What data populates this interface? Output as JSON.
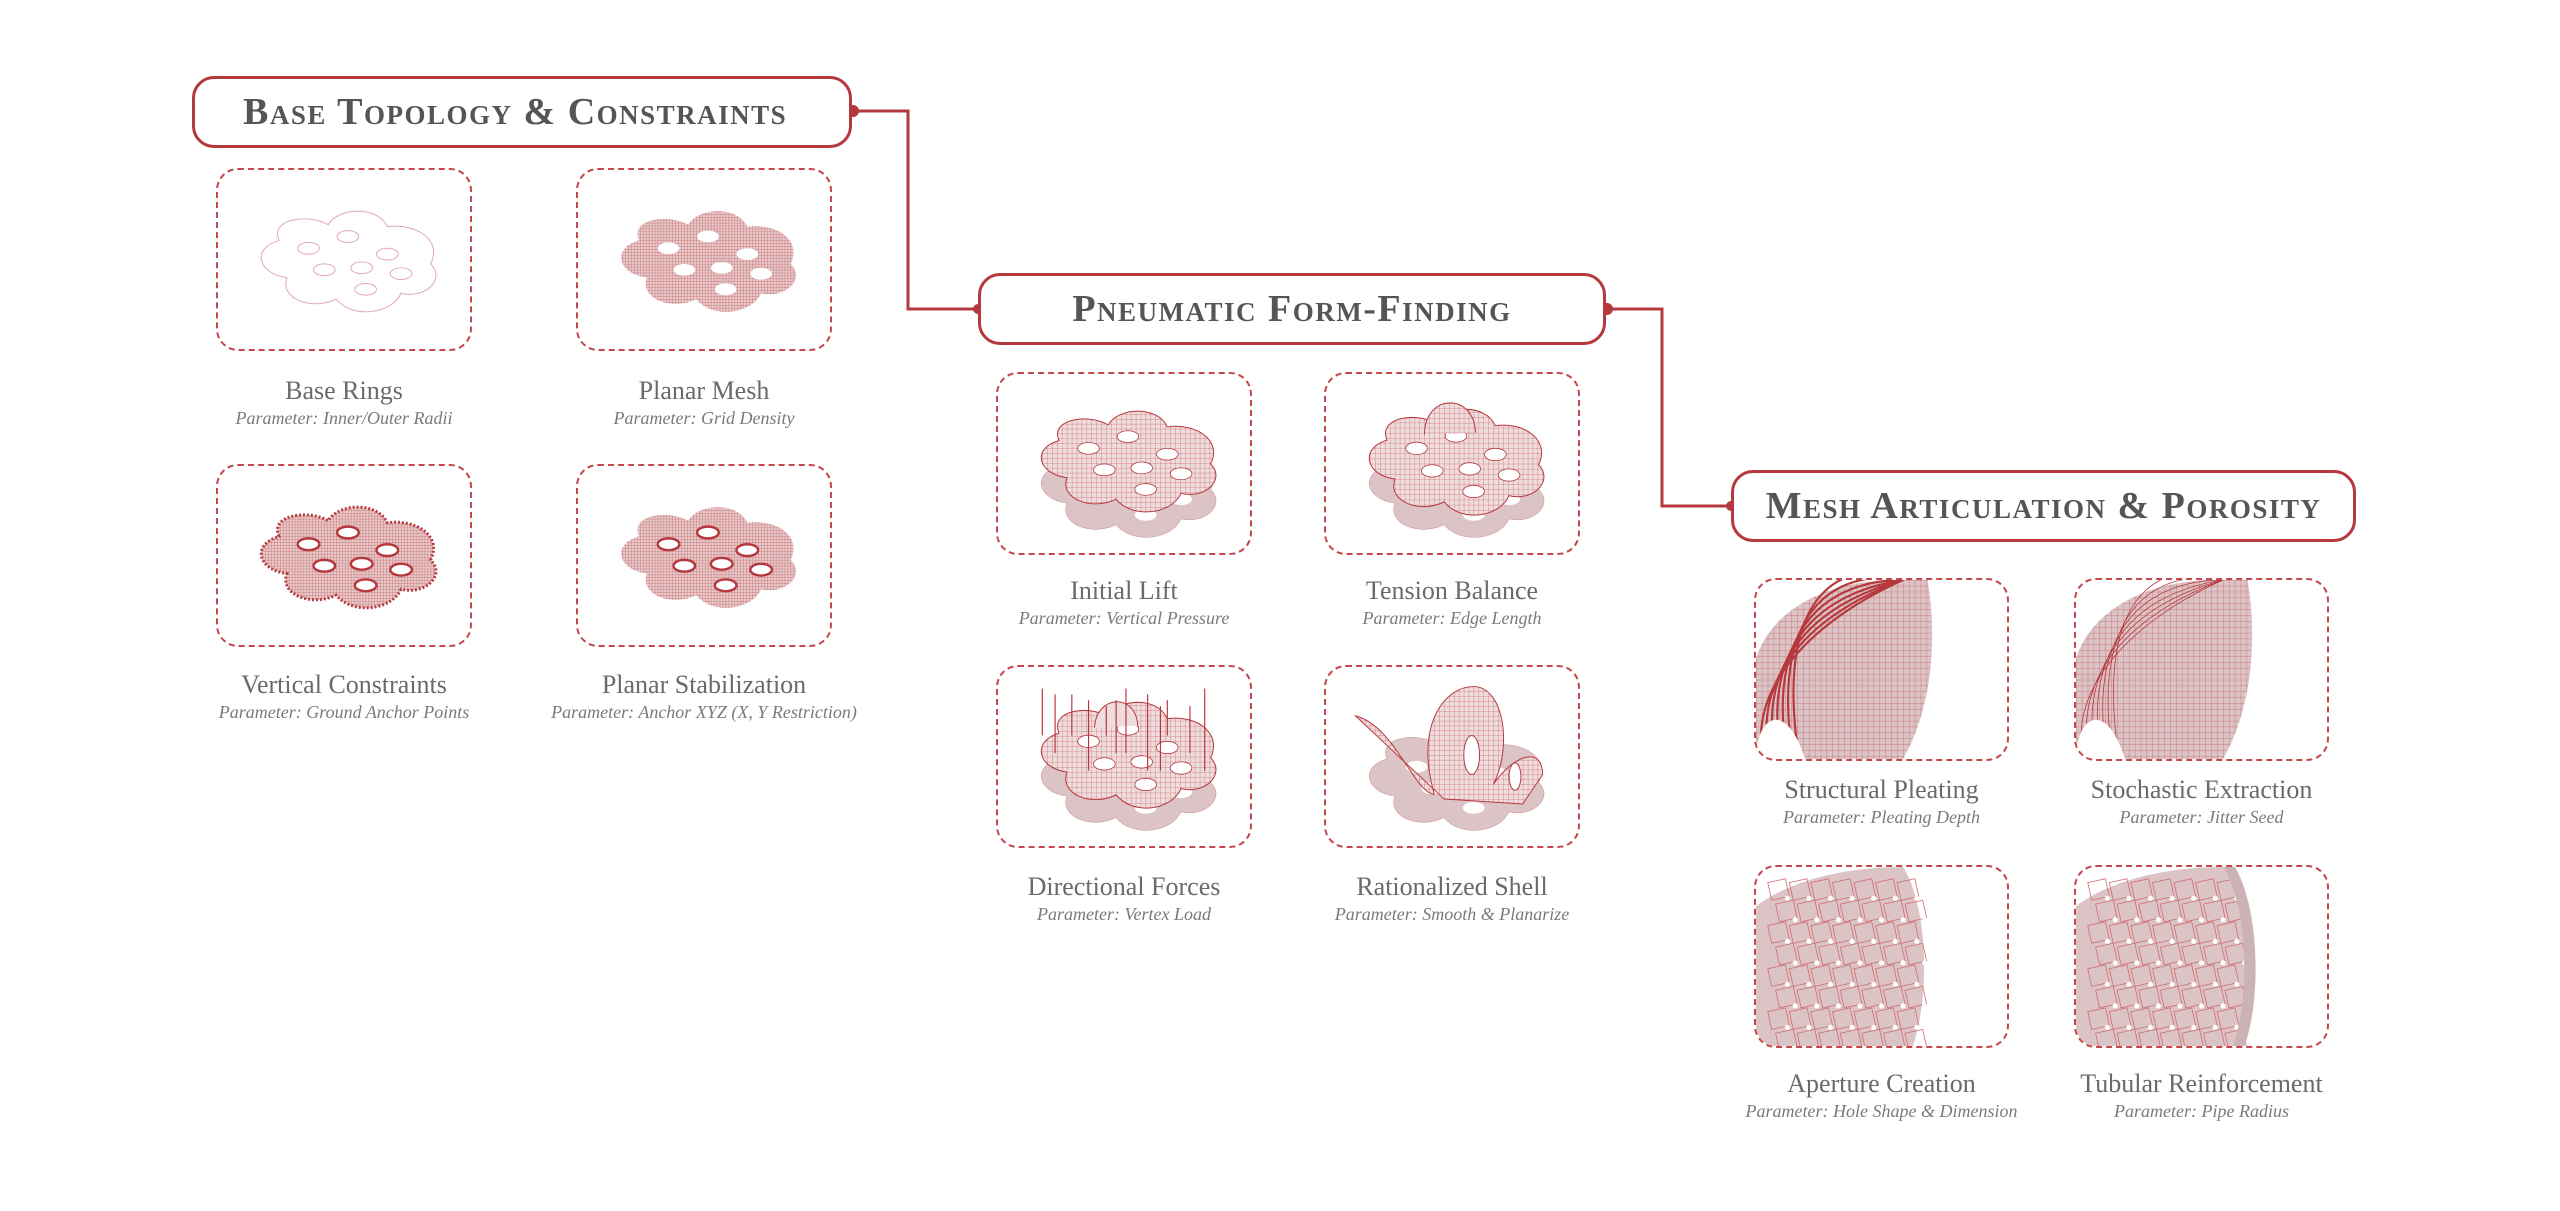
{
  "colors": {
    "accent": "#b5383c",
    "mesh": "#b5383c",
    "fill": "#dcc4c6",
    "text": "#555555"
  },
  "stages": [
    {
      "title": "Base Topology & Constraints",
      "steps": [
        {
          "title": "Base Rings",
          "parameter": "Parameter: Inner/Outer Radii",
          "icon": "base-rings-illustration"
        },
        {
          "title": "Planar Mesh",
          "parameter": "Parameter: Grid Density",
          "icon": "planar-mesh-illustration"
        },
        {
          "title": "Vertical Constraints",
          "parameter": "Parameter: Ground Anchor Points",
          "icon": "vertical-constraints-illustration"
        },
        {
          "title": "Planar Stabilization",
          "parameter": "Parameter: Anchor XYZ (X, Y Restriction)",
          "icon": "planar-stabilization-illustration"
        }
      ]
    },
    {
      "title": "Pneumatic Form-Finding",
      "steps": [
        {
          "title": "Initial Lift",
          "parameter": "Parameter: Vertical Pressure",
          "icon": "initial-lift-illustration"
        },
        {
          "title": "Tension Balance",
          "parameter": "Parameter: Edge Length",
          "icon": "tension-balance-illustration"
        },
        {
          "title": "Directional Forces",
          "parameter": "Parameter: Vertex Load",
          "icon": "directional-forces-illustration"
        },
        {
          "title": "Rationalized Shell",
          "parameter": "Parameter: Smooth & Planarize",
          "icon": "rationalized-shell-illustration"
        }
      ]
    },
    {
      "title": "Mesh Articulation & Porosity",
      "steps": [
        {
          "title": "Structural Pleating",
          "parameter": "Parameter: Pleating Depth",
          "icon": "structural-pleating-illustration"
        },
        {
          "title": "Stochastic Extraction",
          "parameter": "Parameter: Jitter Seed",
          "icon": "stochastic-extraction-illustration"
        },
        {
          "title": "Aperture Creation",
          "parameter": "Parameter: Hole Shape & Dimension",
          "icon": "aperture-creation-illustration"
        },
        {
          "title": "Tubular Reinforcement",
          "parameter": "Parameter: Pipe Radius",
          "icon": "tubular-reinforcement-illustration"
        }
      ]
    }
  ]
}
